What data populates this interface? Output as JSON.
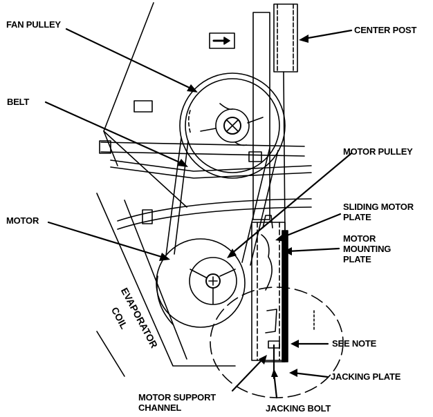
{
  "labels": {
    "fan_pulley": "FAN PULLEY",
    "belt": "BELT",
    "motor": "MOTOR",
    "center_post": "CENTER POST",
    "motor_pulley": "MOTOR PULLEY",
    "sliding_motor_plate": [
      "SLIDING MOTOR",
      "PLATE"
    ],
    "motor_mounting_plate": [
      "MOTOR",
      "MOUNTING",
      "PLATE"
    ],
    "see_note": "SEE NOTE",
    "jacking_plate": "JACKING PLATE",
    "jacking_bolt": "JACKING BOLT",
    "motor_support_channel": [
      "MOTOR SUPPORT",
      "CHANNEL"
    ],
    "evaporator_coil": [
      "EVAPORATOR",
      "COIL"
    ]
  },
  "colors": {
    "ink": "#000000",
    "paper": "#ffffff"
  }
}
